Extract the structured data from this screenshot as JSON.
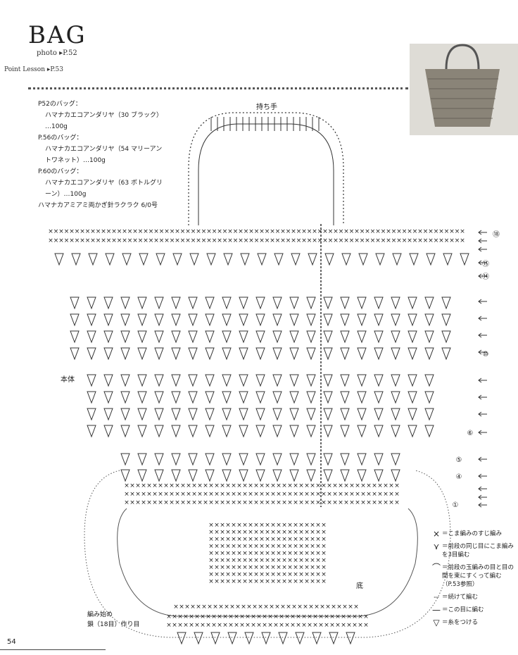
{
  "header": {
    "title": "BAG",
    "photo_ref": "photo ▸P.52",
    "lesson_ref": "Point Lesson ▸P.53"
  },
  "materials": [
    {
      "text": "P52のバッグ：",
      "indent": false
    },
    {
      "text": "ハマナカエコアンダリヤ（30 ブラック）",
      "indent": true
    },
    {
      "text": "…100g",
      "indent": true
    },
    {
      "text": "P.56のバッグ：",
      "indent": false
    },
    {
      "text": "ハマナカエコアンダリヤ（54 マリーアン",
      "indent": true
    },
    {
      "text": "トワネット）…100g",
      "indent": true
    },
    {
      "text": "P.60のバッグ：",
      "indent": false
    },
    {
      "text": "ハマナカエコアンダリヤ（63 ボトルグリ",
      "indent": true
    },
    {
      "text": "ーン）…100g",
      "indent": true
    },
    {
      "text": "ハマナカアミアミ両かぎ針ラクラク 6/0号",
      "indent": false
    }
  ],
  "labels": {
    "handle": "持ち手",
    "body": "本体",
    "bottom": "底",
    "start_line1": "編み始め",
    "start_line2": "鎖（18目）作り目",
    "page_number": "54"
  },
  "row_markers": [
    "⑱",
    "⑮",
    "⑭",
    "⑩",
    "⑥",
    "⑤",
    "④",
    "①"
  ],
  "legend": [
    {
      "symbol": "×",
      "icon": "sc-back-loop-icon",
      "text": "＝こま編みのすじ編み"
    },
    {
      "symbol": "⋎",
      "icon": "sc-3-same-stitch-icon",
      "text": "＝前段の同じ目にこま編みを3目編む"
    },
    {
      "symbol": "⌒",
      "icon": "puff-stitch-icon",
      "text": "＝前段の玉編みの目と目の間を束にすくって編む（P.53参照）"
    },
    {
      "symbol": "┈",
      "icon": "dotted-line-icon",
      "text": "＝続けて編む"
    },
    {
      "symbol": "—",
      "icon": "solid-line-icon",
      "text": "＝この目に編む"
    },
    {
      "symbol": "▽",
      "icon": "join-yarn-icon",
      "text": "＝糸をつける"
    }
  ],
  "colors": {
    "ink": "#1a1a1a",
    "paper": "#ffffff",
    "photo_bg": "#d8d6d0",
    "bag": "#8a8478"
  }
}
